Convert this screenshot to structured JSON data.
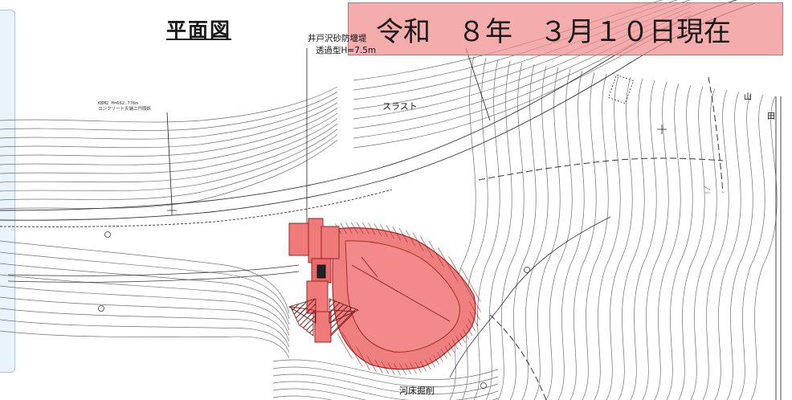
{
  "title": "平面図",
  "date_banner": "令和　８年　３月１０日現在",
  "dam": {
    "name": "井戸沢砂防堰堤",
    "type": "透過型H=7.5m"
  },
  "labels": {
    "thrust": "スラスト",
    "riverbed": "河床掘削",
    "benchmark_1": "KBM2 H=662.776m",
    "benchmark_2": "コンクリート天端二円頭鋲",
    "symbol_mountain": "山",
    "symbol_field": "田"
  },
  "colors": {
    "banner_fill": "#f08c8c",
    "excavation_fill": "#f08080",
    "excavation_stroke": "#b02020",
    "hatch_dark": "#8a2b2b",
    "contour": "#6a6a6a",
    "panel": "#e8f3fc"
  }
}
